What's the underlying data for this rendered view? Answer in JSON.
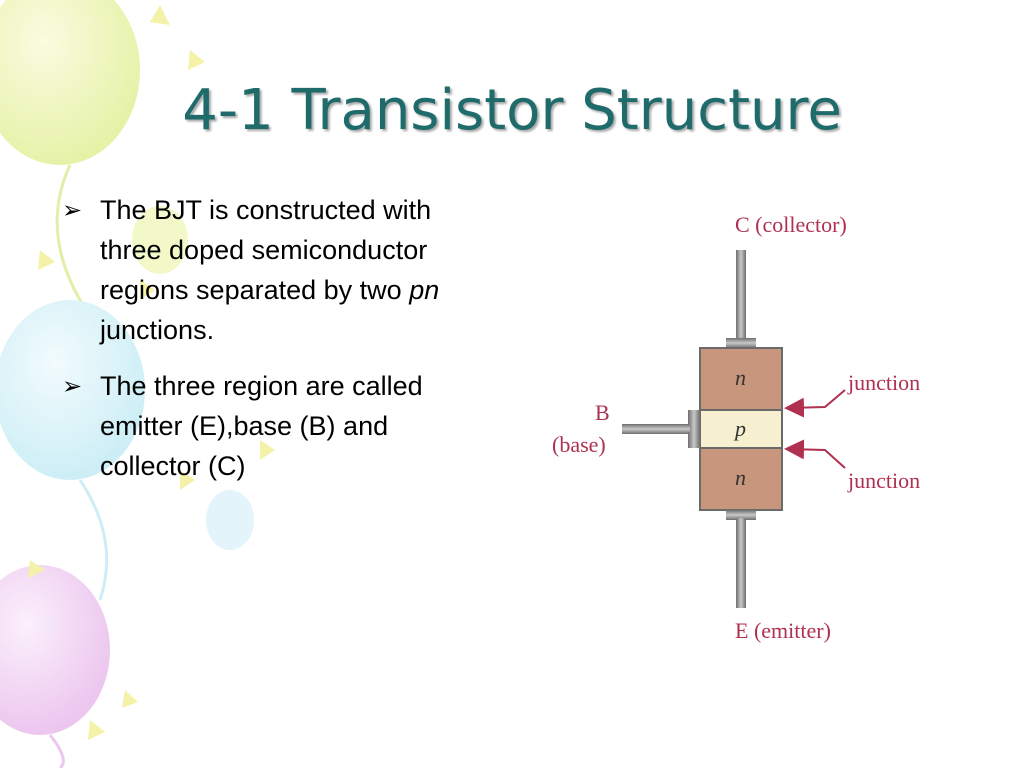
{
  "slide": {
    "title": "4-1 Transistor Structure",
    "bullets": [
      {
        "text_before": "The BJT is constructed with three doped semiconductor regions separated by two ",
        "text_italic": "pn",
        "text_after": " junctions."
      },
      {
        "text_before": "The three region are called emitter (E),base (B) and collector (C)",
        "text_italic": "",
        "text_after": ""
      }
    ]
  },
  "diagram": {
    "collector_label": "C (collector)",
    "emitter_label": "E (emitter)",
    "base_label_line1": "B",
    "base_label_line2": "(base)",
    "junction_top_label": "junction",
    "junction_bottom_label": "junction",
    "region_top": "n",
    "region_middle": "p",
    "region_bottom": "n"
  },
  "colors": {
    "title": "#1f6b6b",
    "n_region": "#c8967c",
    "p_region": "#f6f0d0",
    "label": "#b03050",
    "lead": "#8a8a8a"
  },
  "icons": {
    "bullet": "arrowhead-bullet-icon"
  }
}
